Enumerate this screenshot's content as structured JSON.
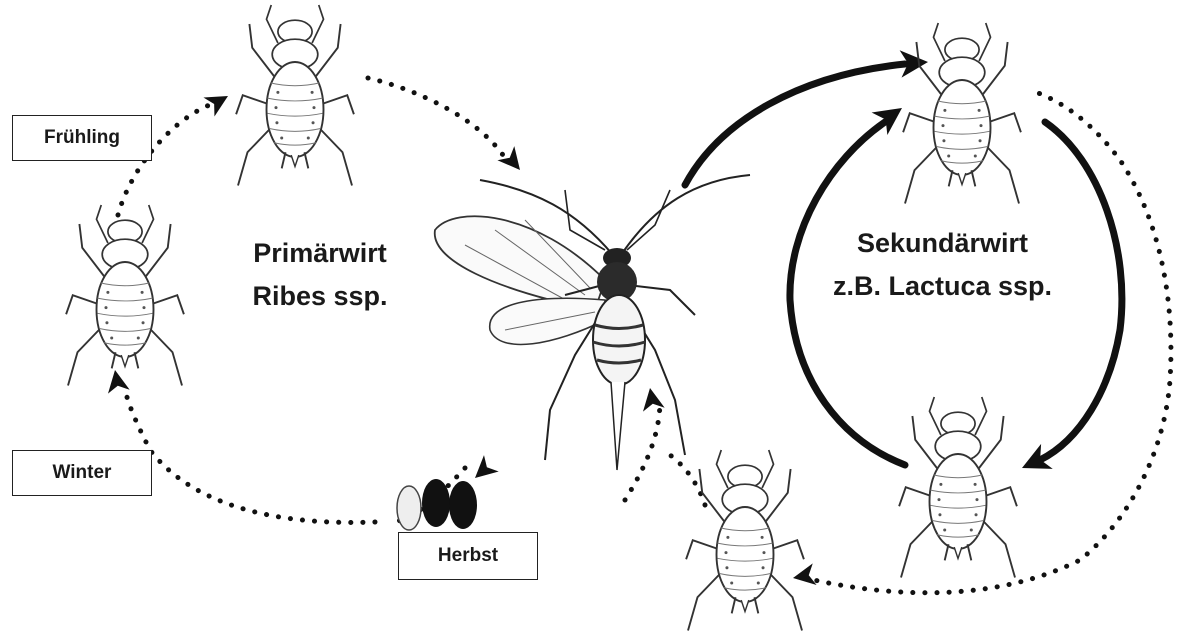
{
  "seasons": {
    "spring": "Frühling",
    "winter": "Winter",
    "autumn": "Herbst"
  },
  "primary_host": {
    "line1": "Primärwirt",
    "line2": "Ribes ssp."
  },
  "secondary_host": {
    "line1": "Sekundärwirt",
    "line2": "z.B. Lactuca ssp."
  },
  "colors": {
    "ink": "#1a1a1a",
    "egg_light": "#eeeeee",
    "egg_dark": "#111111"
  },
  "icons": [
    "aphid-nymph-icon",
    "winged-aphid-icon",
    "aphid-egg-icon",
    "arrow-head-icon"
  ]
}
